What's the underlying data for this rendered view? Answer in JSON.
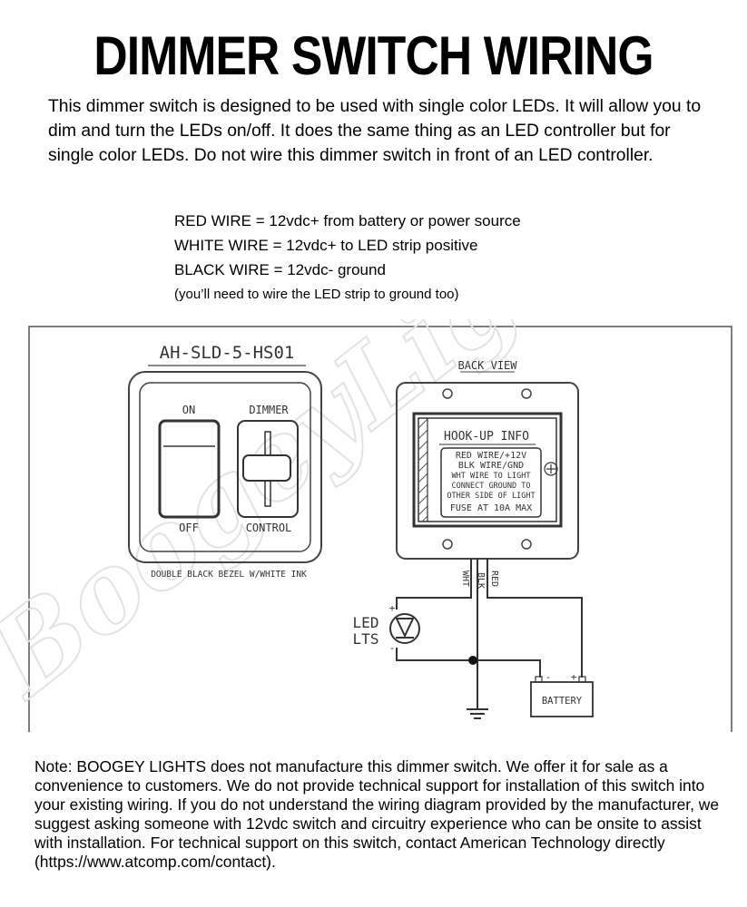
{
  "title": "DIMMER SWITCH WIRING",
  "intro": "This dimmer switch is designed to be used with single color LEDs.  It will allow you to dim and turn the LEDs on/off.  It does the same thing as an LED controller but for single color LEDs.  Do not wire this dimmer switch in front of an LED controller.",
  "wires": {
    "red": "RED WIRE = 12vdc+ from battery or power source",
    "white": "WHITE WIRE = 12vdc+ to LED strip positive",
    "black": "BLACK WIRE = 12vdc- ground",
    "note": "(you’ll need to wire the LED strip to ground too)"
  },
  "diagram": {
    "model": "AH-SLD-5-HS01",
    "on": "ON",
    "off": "OFF",
    "dimmer": "DIMMER",
    "control": "CONTROL",
    "bezel": "DOUBLE BLACK BEZEL W/WHITE INK",
    "back_view": "BACK VIEW",
    "hookup_title": "HOOK-UP INFO",
    "hookup_lines": [
      "RED WIRE/+12V",
      "BLK WIRE/GND",
      "WHT WIRE TO LIGHT",
      "CONNECT GROUND TO",
      "OTHER SIDE OF LIGHT",
      "FUSE AT 10A MAX"
    ],
    "wire_wht": "WHT",
    "wire_blk": "BLK",
    "wire_red": "RED",
    "led_line1": "LED",
    "led_line2": "LTS",
    "battery": "BATTERY",
    "plus": "+",
    "minus": "-"
  },
  "watermark": "BoogeyLights",
  "footer": "Note:  BOOGEY LIGHTS does not manufacture this dimmer switch.  We offer it for sale as a convenience to customers. We do not provide technical support for installation of this switch into your existing wiring.  If you do not understand the wiring diagram provided by the manufacturer, we suggest asking someone with 12vdc switch and circuitry experience who can be onsite to assist with installation.  For technical support on this switch, contact American Technology directly (https://www.atcomp.com/contact)."
}
